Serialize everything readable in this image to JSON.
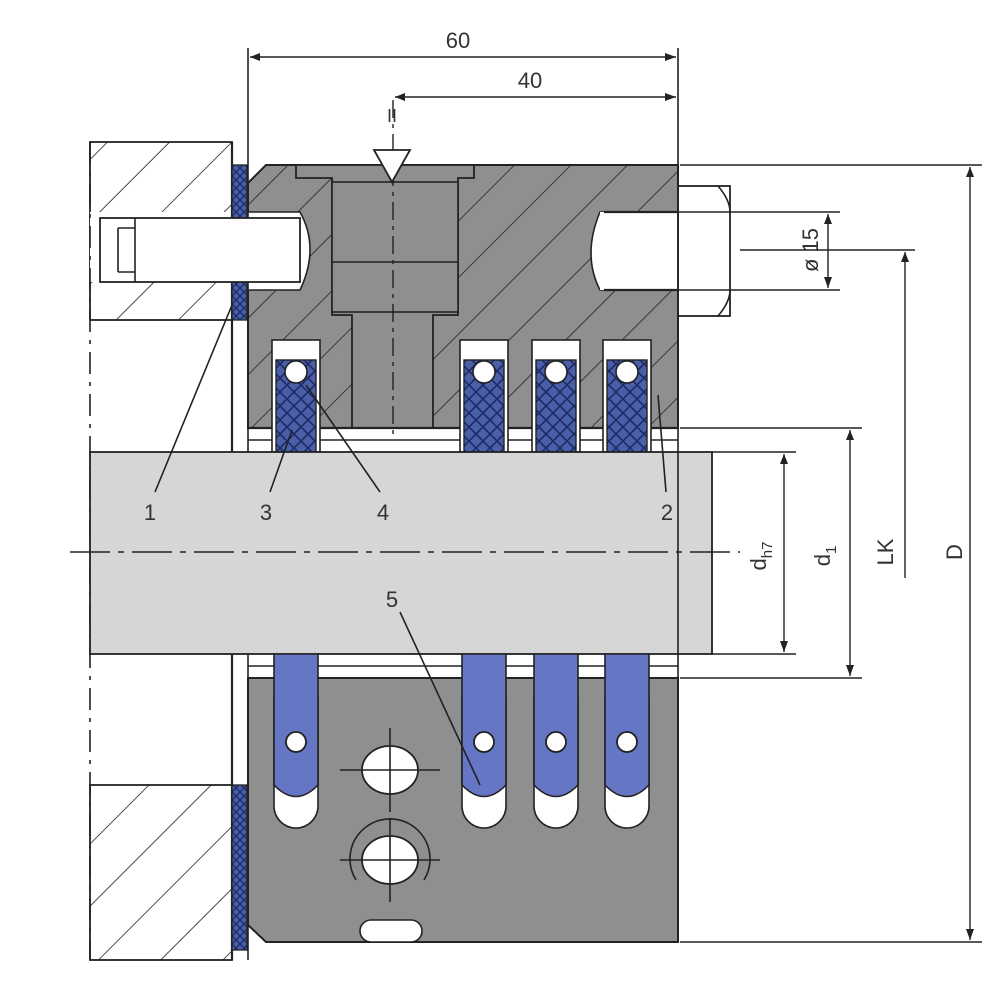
{
  "dimensions": {
    "width_total": "60",
    "width_partial": "40",
    "bolt_diameter": "ø 15",
    "bore_diameter": "d",
    "bore_diameter_sub": "h7",
    "inner_diameter": "d",
    "inner_diameter_sub": "1",
    "bolt_circle": "LK",
    "outer_diameter": "D"
  },
  "inlet_symbol": "II",
  "callouts": [
    "1",
    "2",
    "3",
    "4",
    "5"
  ],
  "colors": {
    "housing_gray": "#8f8f8f",
    "shaft_gray": "#d6d6d6",
    "seal_blue": "#4a5fa8",
    "seal_fill_blue": "#6576c4",
    "line": "#222222",
    "text": "#333333"
  }
}
